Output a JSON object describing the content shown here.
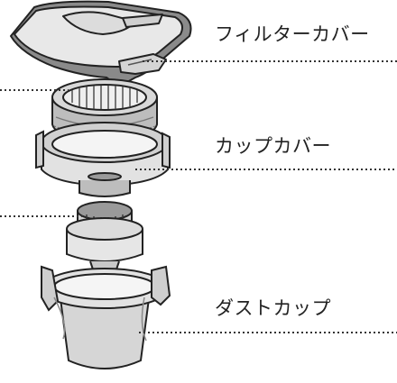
{
  "labels": {
    "filter_cover": "フィルターカバー",
    "cup_cover": "カップカバー",
    "dust_cup": "ダストカップ"
  },
  "colors": {
    "outline": "#222222",
    "part_fill": "#e6e6e6",
    "part_dark": "#8a8a8a",
    "part_mid": "#bdbdbd",
    "leader": "#333333"
  }
}
